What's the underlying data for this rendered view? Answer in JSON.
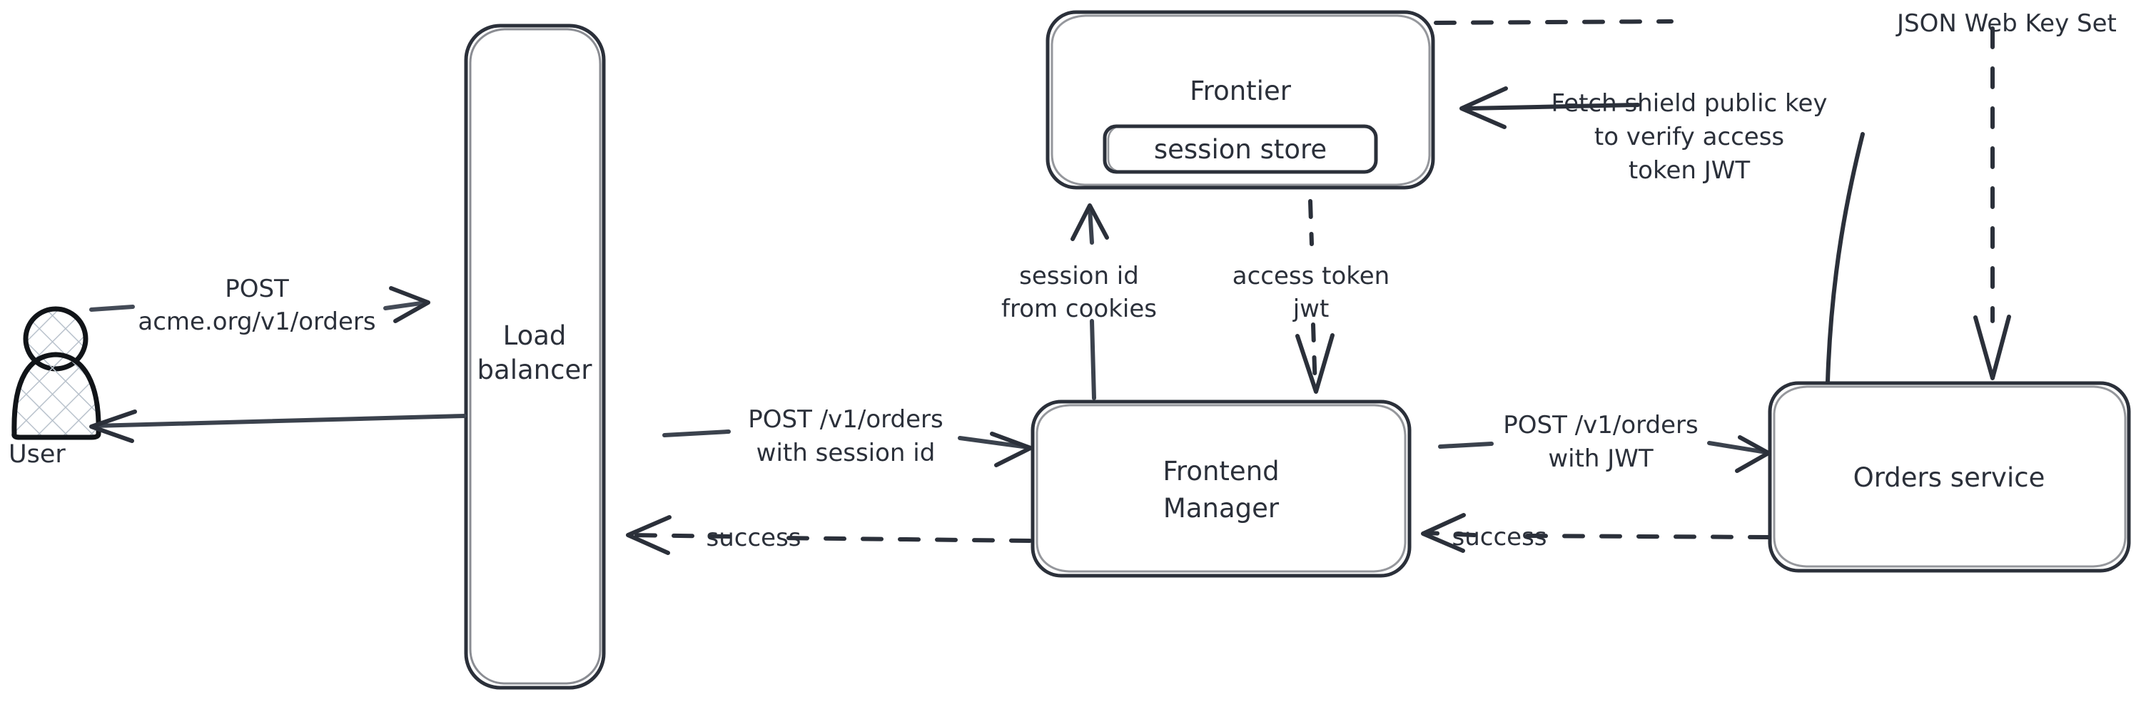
{
  "diagram": {
    "title": "Order request authentication flow",
    "style": "hand-drawn",
    "background": "#ffffff",
    "stroke_color": "#2b303a",
    "hatch_color": "#b9c2cc"
  },
  "nodes": {
    "user": {
      "label": "User",
      "shape": "actor",
      "fill": "cross-hatch"
    },
    "load_balancer": {
      "label_line1": "Load",
      "label_line2": "balancer",
      "shape": "rounded-rect"
    },
    "frontier": {
      "label": "Frontier",
      "shape": "rounded-rect"
    },
    "session_store": {
      "label": "session store",
      "shape": "rounded-rect"
    },
    "frontend_manager": {
      "label_line1": "Frontend",
      "label_line2": "Manager",
      "shape": "rounded-rect"
    },
    "orders_service": {
      "label": "Orders service",
      "shape": "rounded-rect"
    }
  },
  "edges": {
    "user_to_lb": {
      "line1": "POST",
      "line2": "acme.org/v1/orders",
      "style": "solid",
      "direction": "right"
    },
    "lb_to_user": {
      "label": "",
      "style": "solid",
      "direction": "left"
    },
    "lb_to_fm": {
      "line1": "POST /v1/orders",
      "line2": "with session id",
      "style": "solid",
      "direction": "right"
    },
    "fm_to_lb": {
      "label": "success",
      "style": "dashed",
      "direction": "left"
    },
    "fm_to_orders": {
      "line1": "POST /v1/orders",
      "line2": "with JWT",
      "style": "solid",
      "direction": "right"
    },
    "orders_to_fm": {
      "label": "success",
      "style": "dashed",
      "direction": "left"
    },
    "fm_to_frontier": {
      "line1": "session id",
      "line2": "from cookies",
      "style": "solid",
      "direction": "up"
    },
    "frontier_to_fm": {
      "line1": "access token",
      "line2": "jwt",
      "style": "dashed",
      "direction": "down"
    },
    "orders_to_frontier": {
      "line1": "Fetch shield public key",
      "line2": "to verify access",
      "line3": "token JWT",
      "style": "solid",
      "direction": "left"
    },
    "frontier_to_orders": {
      "label": "JSON Web Key Set",
      "style": "dashed",
      "direction": "down"
    }
  }
}
